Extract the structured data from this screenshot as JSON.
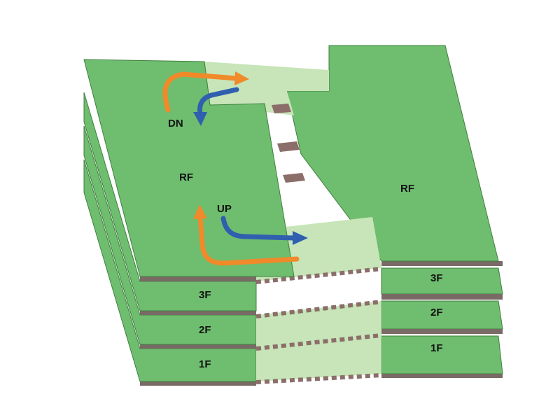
{
  "colors": {
    "slab": "#6fbe6f",
    "slab_edge": "#3f7f3f",
    "slab_side": "#7a6a66",
    "ramp": "#c7e5b8",
    "ramp_stripe": "#8b6e6a",
    "arrow_orange": "#f08a2a",
    "arrow_blue": "#2f5fae"
  },
  "labels": {
    "left_roof": "RF",
    "right_roof": "RF",
    "left_3f": "3F",
    "left_2f": "2F",
    "left_1f": "1F",
    "right_3f": "3F",
    "right_2f": "2F",
    "right_1f": "1F",
    "down": "DN",
    "up": "UP"
  }
}
